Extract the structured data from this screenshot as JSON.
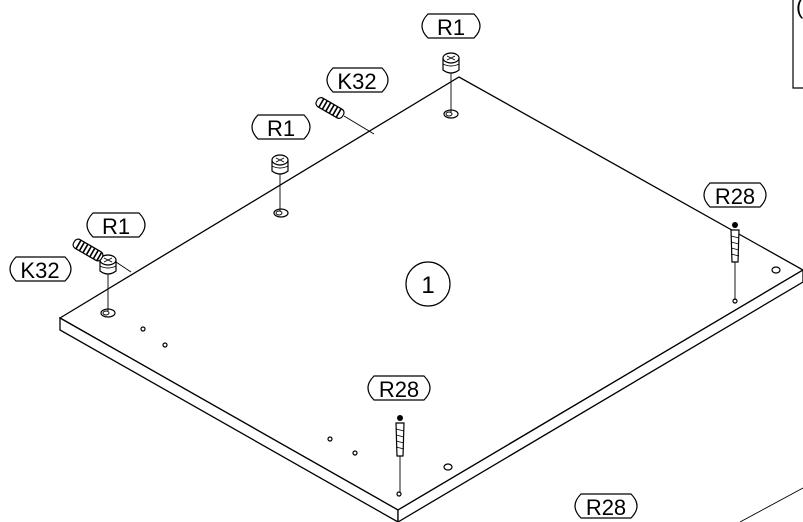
{
  "panel": {
    "number": "1"
  },
  "callouts": {
    "r1_top": "R1",
    "r1_mid": "R1",
    "r1_left": "R1",
    "k32_top": "K32",
    "k32_left": "K32",
    "r28_right": "R28",
    "r28_front": "R28",
    "r28_bottom": "R28"
  },
  "hardware": {
    "cam_lock": "R1",
    "dowel": "K32",
    "screw": "R28"
  }
}
